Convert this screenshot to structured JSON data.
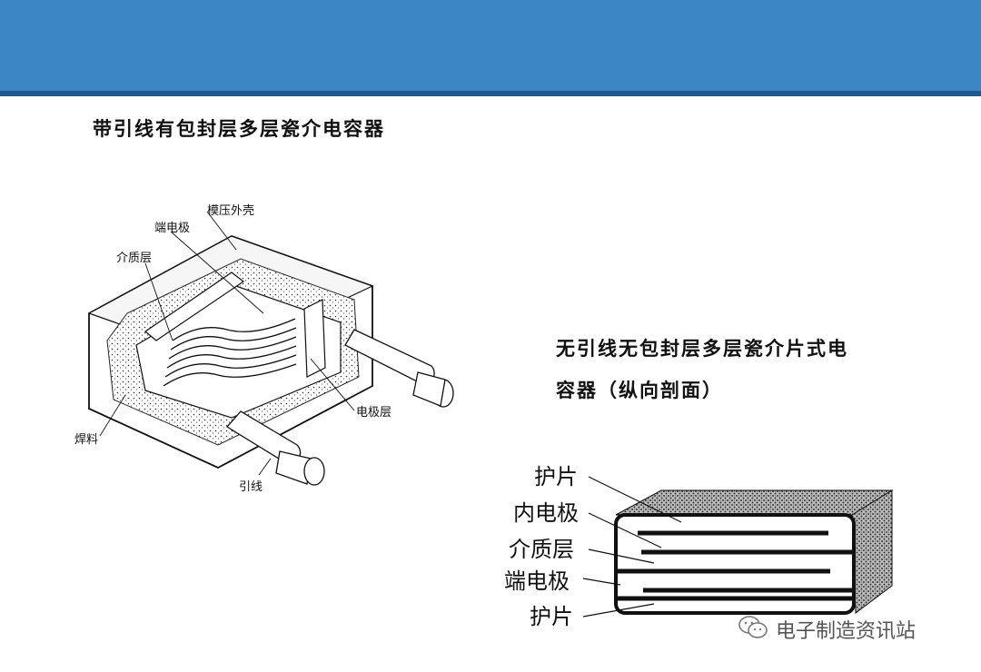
{
  "header": {
    "accent": "#3c86c6"
  },
  "left_diagram": {
    "title": "带引线有包封层多层瓷介电容器",
    "labels": {
      "molded_case": "模压外壳",
      "end_electrode": "端电极",
      "dielectric_layer": "介质层",
      "electrode_layer": "电极层",
      "solder": "焊料",
      "lead": "引线"
    }
  },
  "right_diagram": {
    "title_line1": "无引线无包封层多层瓷介片式电",
    "title_line2": "容器（纵向剖面）",
    "labels": {
      "top_plate": "护片",
      "inner_electrode": "内电极",
      "dielectric_layer": "介质层",
      "end_electrode": "端电极",
      "bottom_plate": "护片"
    }
  },
  "watermark": {
    "text": "电子制造资讯站",
    "icon": "wechat-icon"
  }
}
